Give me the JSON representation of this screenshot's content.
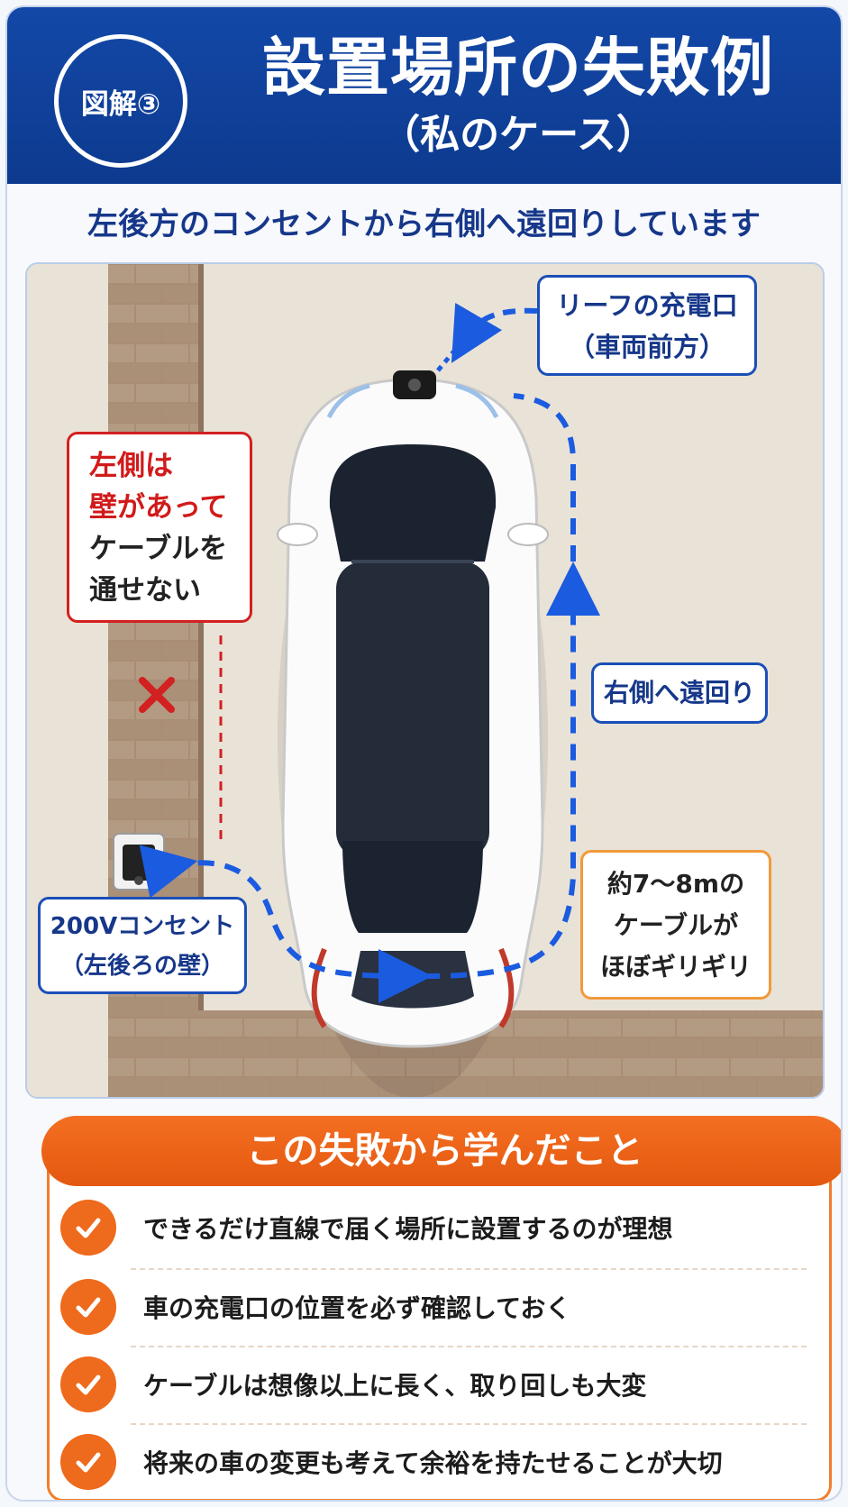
{
  "header": {
    "badge": "図解③",
    "title": "設置場所の失敗例",
    "subtitle": "（私のケース）"
  },
  "caption": "左後方のコンセントから右側へ遠回りしています",
  "diagram": {
    "charge_port": {
      "line1": "リーフの充電口",
      "line2": "（車両前方）"
    },
    "wall_note": {
      "line1": "左側は",
      "line2": "壁があって",
      "line3": "ケーブルを",
      "line4": "通せない"
    },
    "detour": "右側へ遠回り",
    "outlet": {
      "line1": "200Vコンセント",
      "line2": "（左後ろの壁）"
    },
    "cable": {
      "line1": "約7〜8mの",
      "line2": "ケーブルが",
      "line3": "ほぼギリギリ"
    }
  },
  "lessons": {
    "title": "この失敗から学んだこと",
    "items": [
      "できるだけ直線で届く場所に設置するのが理想",
      "車の充電口の位置を必ず確認しておく",
      "ケーブルは想像以上に長く、取り回しも大変",
      "将来の車の変更も考えて余裕を持たせることが大切"
    ]
  },
  "colors": {
    "header_blue": "#0d3a8e",
    "path_blue": "#1a5be0",
    "warning_red": "#d32020",
    "accent_orange": "#ee6a1c"
  },
  "icons": [
    "check-icon",
    "cross-icon",
    "outlet-icon",
    "car-icon",
    "arrow-icon"
  ]
}
